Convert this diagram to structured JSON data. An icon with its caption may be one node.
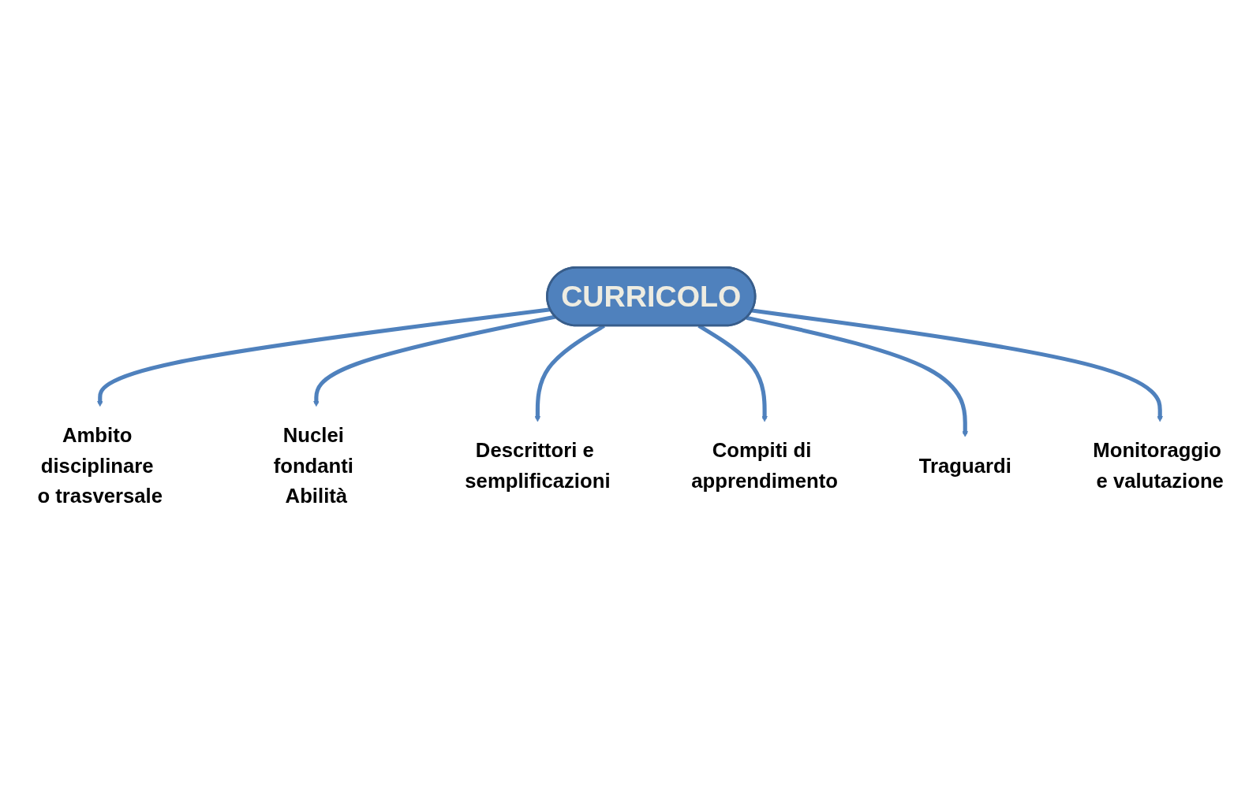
{
  "diagram": {
    "nodes": [
      {
        "text": [
          "CURRICOLO"
        ]
      },
      {
        "text": [
          "Ambito disciplinare o trasversale"
        ]
      },
      {
        "text": [
          "Nuclei fondanti Abilità"
        ]
      },
      {
        "text": [
          "Descrittori e semplificazioni"
        ]
      },
      {
        "text": [
          "Compiti di apprendimento"
        ]
      },
      {
        "text": [
          "Traguardi"
        ]
      },
      {
        "text": [
          "Monitoraggio e valutazione"
        ]
      }
    ],
    "edges": [
      {
        "from": 0,
        "to": 1,
        "arrow": "to"
      },
      {
        "from": 0,
        "to": 2,
        "arrow": "to"
      },
      {
        "from": 0,
        "to": 3,
        "arrow": "to"
      },
      {
        "from": 0,
        "to": 4,
        "arrow": "to"
      },
      {
        "from": 0,
        "to": 5,
        "arrow": "to"
      },
      {
        "from": 0,
        "to": 6,
        "arrow": "to"
      }
    ]
  }
}
